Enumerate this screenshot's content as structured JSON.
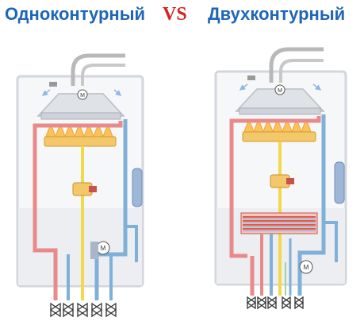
{
  "titles": {
    "left": "Одноконтурный",
    "vs": "VS",
    "right": "Двухконтурный"
  },
  "colors": {
    "title_blue": "#1f66b8",
    "vs_red": "#d42323",
    "hot_pipe": "#e88a8a",
    "cold_pipe": "#7fb0d8",
    "gas_pipe": "#f2d94a",
    "flue_pipe": "#b0b0b0",
    "casing": "#d9dce2",
    "burner_flame": "#f3a13a",
    "dhw_exchanger": "#e05a4a"
  },
  "labels": {
    "motor": "M"
  },
  "icons": [
    "fan-motor-icon",
    "pump-motor-icon",
    "gas-valve-icon",
    "tap-valve-icon",
    "expansion-tank-icon",
    "arrow-icon"
  ]
}
